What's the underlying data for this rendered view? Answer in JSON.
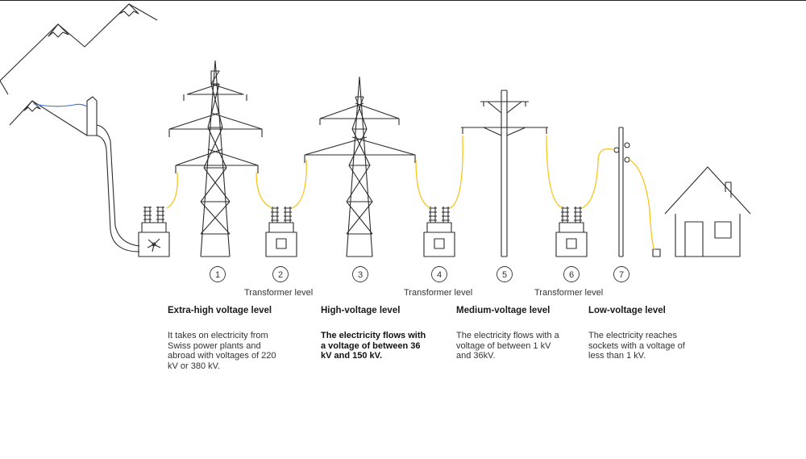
{
  "stations": [
    {
      "id": "1",
      "label": "1"
    },
    {
      "id": "2",
      "label": "2"
    },
    {
      "id": "3",
      "label": "3"
    },
    {
      "id": "4",
      "label": "4"
    },
    {
      "id": "5",
      "label": "5"
    },
    {
      "id": "6",
      "label": "6"
    },
    {
      "id": "7",
      "label": "7"
    }
  ],
  "transformer_levels": [
    "Transformer level",
    "Transformer level",
    "Transformer level"
  ],
  "levels": [
    {
      "title": "Extra-high voltage level",
      "text": "It takes on electricity from Swiss power plants and abroad with voltages of 220 kV or 380 kV."
    },
    {
      "title": "High-voltage level",
      "text": "The electricity flows with a voltage of between 36 kV and 150 kV."
    },
    {
      "title": "Medium-voltage level",
      "text": "The electricity flows with a voltage of between 1 kV and 36kV."
    },
    {
      "title": "Low-voltage level",
      "text": "The electricity reaches sockets with a voltage of less than 1 kV."
    }
  ],
  "colors": {
    "line": "#2b2b2b",
    "cable": "#f5c518",
    "water": "#3b6fd8"
  }
}
